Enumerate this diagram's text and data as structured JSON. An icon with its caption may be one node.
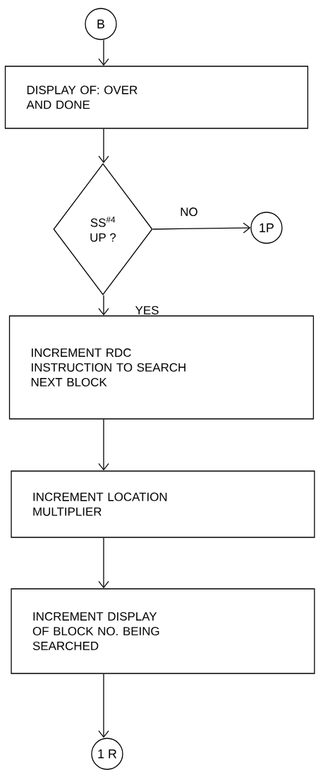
{
  "diagram": {
    "nodes": [
      {
        "text": [
          "B"
        ]
      },
      {
        "text": [
          "DISPLAY OF: OVER AND DONE"
        ]
      },
      {
        "text": [
          "SS$^{#4}$ UP ?"
        ]
      },
      {
        "text": [
          "1P"
        ]
      },
      {
        "text": [
          "INCREMENT RDC INSTRUCTION TO SEARCH NEXT BLOCK"
        ]
      },
      {
        "text": [
          "INCREMENT LOCATION MULTIPLIER"
        ]
      },
      {
        "text": [
          "INCREMENT DISPLAY OF BLOCK NO. BEING SEARCHED"
        ]
      },
      {
        "text": [
          "1 R"
        ]
      }
    ],
    "edges": [
      {
        "from": 0,
        "to": 1,
        "arrow": "to"
      },
      {
        "from": 1,
        "to": 2,
        "arrow": "to"
      },
      {
        "from": 2,
        "to": 3,
        "label": "NO",
        "arrow": "to"
      },
      {
        "from": 2,
        "to": 4,
        "label": "YES",
        "arrow": "to"
      },
      {
        "from": 4,
        "to": 5,
        "arrow": "to"
      },
      {
        "from": 5,
        "to": 6,
        "arrow": "to"
      },
      {
        "from": 6,
        "to": 7,
        "arrow": "to"
      }
    ]
  }
}
